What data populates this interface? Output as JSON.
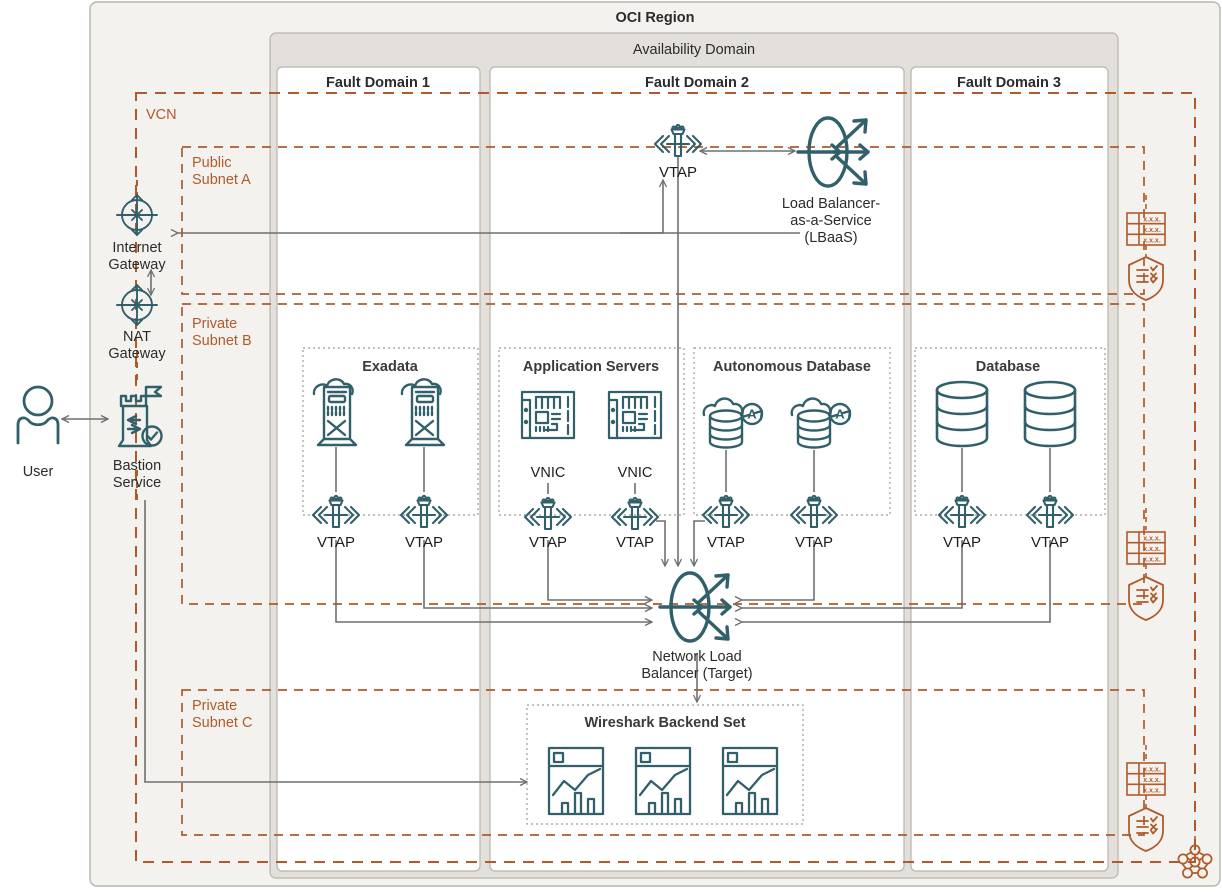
{
  "diagram": {
    "title": "OCI Region",
    "availability_domain": "Availability Domain",
    "fault_domains": [
      "Fault Domain 1",
      "Fault Domain 2",
      "Fault Domain 3"
    ],
    "vcn_label": "VCN",
    "subnets": [
      {
        "id": "public-a",
        "label": "Public\nSubnet A",
        "line1": "Public",
        "line2": "Subnet A"
      },
      {
        "id": "private-b",
        "label": "Private\nSubnet B",
        "line1": "Private",
        "line2": "Subnet B"
      },
      {
        "id": "private-c",
        "label": "Private\nSubnet C",
        "line1": "Private",
        "line2": "Subnet C"
      }
    ],
    "actors": {
      "user": "User",
      "internet_gateway": {
        "line1": "Internet",
        "line2": "Gateway"
      },
      "nat_gateway": {
        "line1": "NAT",
        "line2": "Gateway"
      },
      "bastion": {
        "line1": "Bastion",
        "line2": "Service"
      }
    },
    "lbaas": {
      "line1": "Load Balancer-",
      "line2": "as-a-Service",
      "line3": "(LBaaS)"
    },
    "nlb": {
      "line1": "Network Load",
      "line2": "Balancer (Target)"
    },
    "groups": [
      {
        "id": "exadata",
        "title": "Exadata",
        "instances": 2,
        "sublabels": []
      },
      {
        "id": "appsrv",
        "title": "Application Servers",
        "instances": 2,
        "sublabels": [
          "VNIC",
          "VNIC"
        ]
      },
      {
        "id": "adb",
        "title": "Autonomous Database",
        "instances": 2,
        "sublabels": []
      },
      {
        "id": "database",
        "title": "Database",
        "instances": 2,
        "sublabels": []
      }
    ],
    "wireshark": {
      "title": "Wireshark Backend Set",
      "nodes": 3
    },
    "vtap_label": "VTAP",
    "route_table_rows": [
      "x.x.x.x",
      "x.x.x.x",
      "x.x.x.x"
    ],
    "colors": {
      "teal": "#31606b",
      "rust": "#b05a2a",
      "region_fill": "#f4f2ef",
      "ad_fill": "#e3e0db",
      "fd_fill": "#ffffff",
      "line_gray": "#6f6f6f",
      "text_dark": "#2b2b2b"
    }
  }
}
